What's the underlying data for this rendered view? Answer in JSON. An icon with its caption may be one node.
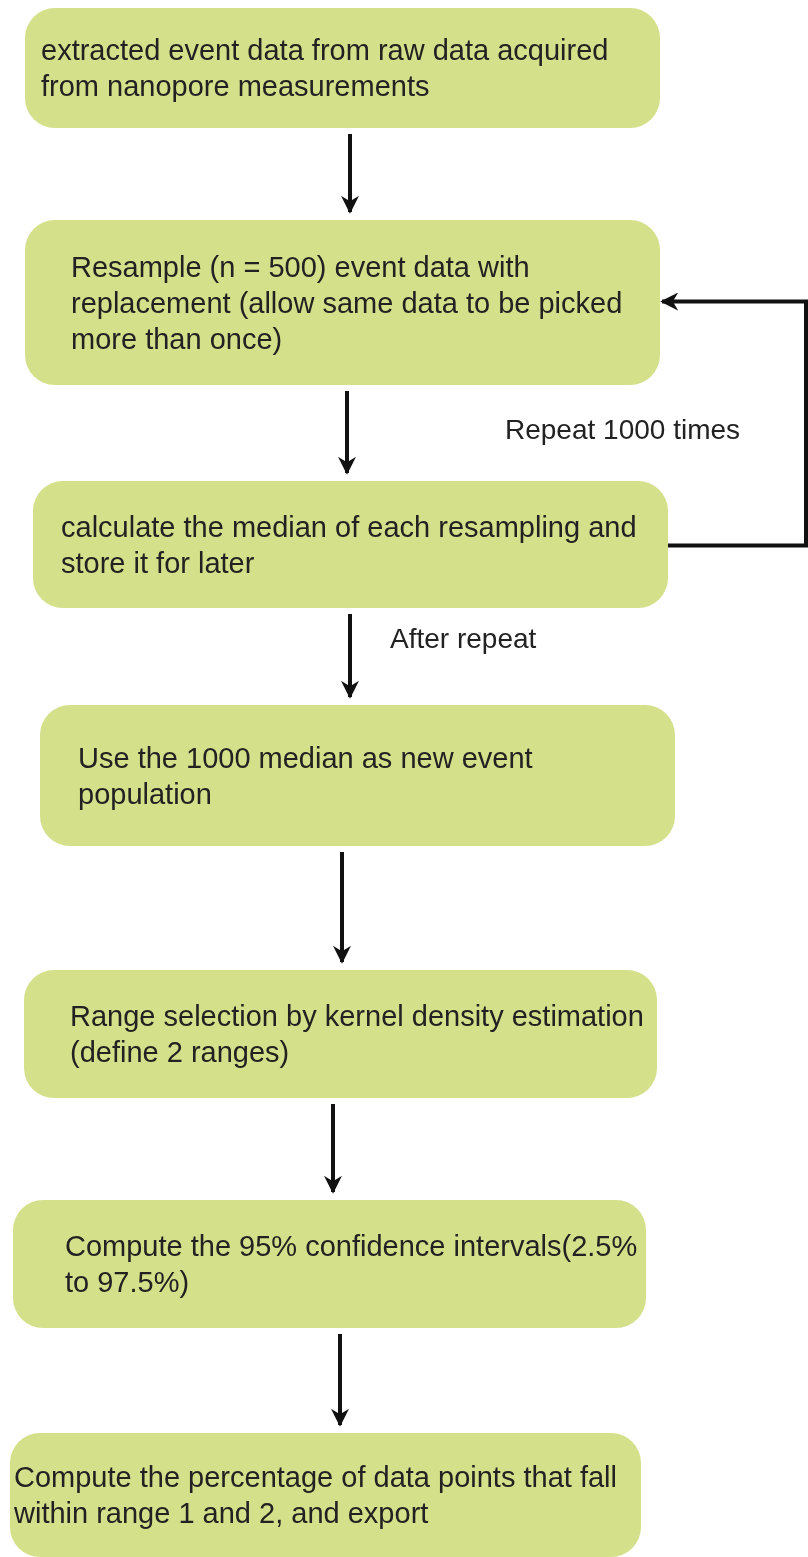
{
  "diagram": {
    "nodes": [
      {
        "text": [
          "extracted event data from raw data acquired from nanopore measurements"
        ]
      },
      {
        "text": [
          "Resample (n = 500) event data with replacement (allow same data to be picked more than once)"
        ]
      },
      {
        "text": [
          "calculate the median of each resampling and store it for later"
        ]
      },
      {
        "text": [
          "Use the 1000 median as new event population"
        ]
      },
      {
        "text": [
          "Range selection by kernel density estimation (define 2 ranges)"
        ]
      },
      {
        "text": [
          "Compute the 95% confidence intervals(2.5% to 97.5%)"
        ]
      },
      {
        "text": [
          "Compute the percentage of data points that fall within range 1 and 2, and export"
        ]
      }
    ],
    "edges": [
      {
        "from": 0,
        "to": 1,
        "arrow": "to"
      },
      {
        "from": 1,
        "to": 2,
        "arrow": "to"
      },
      {
        "from": 2,
        "to": 3,
        "arrow": "to",
        "label": "After repeat"
      },
      {
        "from": 3,
        "to": 4,
        "arrow": "to"
      },
      {
        "from": 4,
        "to": 5,
        "arrow": "to"
      },
      {
        "from": 5,
        "to": 6,
        "arrow": "to"
      },
      {
        "from": 2,
        "to": 1,
        "arrow": "to",
        "label": "Repeat 1000 times"
      }
    ]
  }
}
